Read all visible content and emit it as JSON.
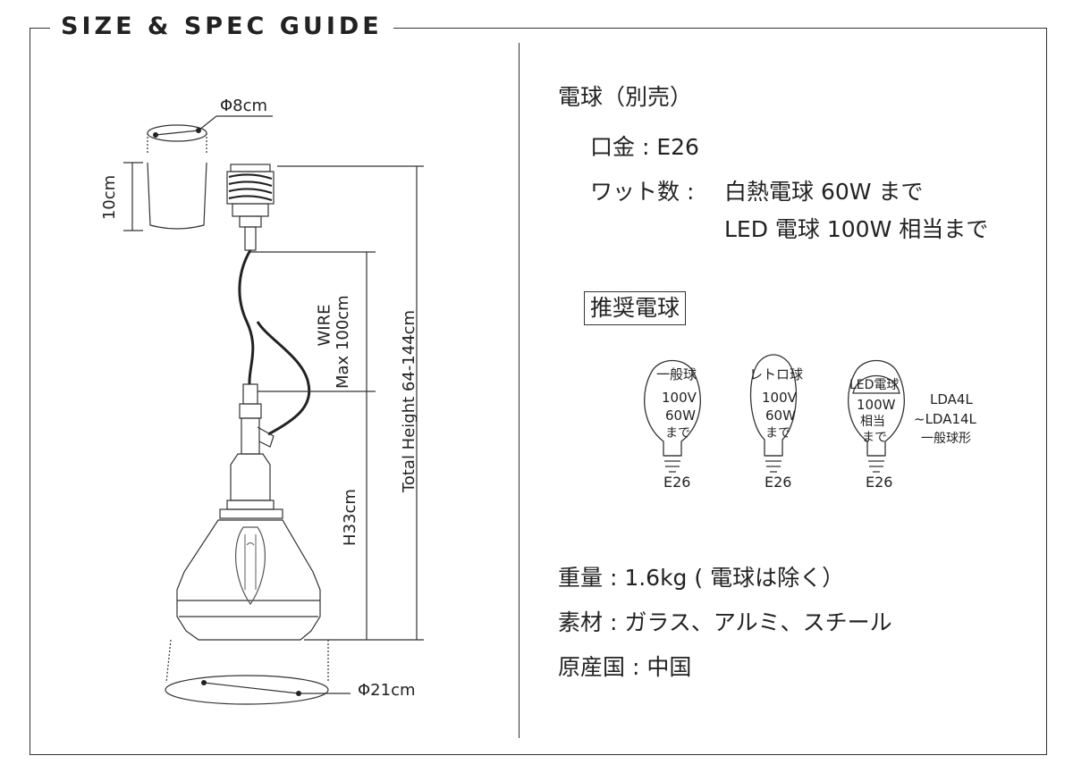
{
  "header": {
    "title": "SIZE & SPEC GUIDE"
  },
  "dimensions": {
    "canopy_diameter": "Φ8cm",
    "canopy_height": "10cm",
    "wire_line1": "WIRE",
    "wire_line2": "Max 100cm",
    "total_height": "Total Height 64-144cm",
    "shade_height": "H33cm",
    "shade_diameter": "Φ21cm"
  },
  "specs": {
    "bulb_title": "電球（別売）",
    "socket": "口金 : E26",
    "wattage_label": "ワット数 :",
    "wattage_1": "白熱電球 60W まで",
    "wattage_2": "LED 電球 100W 相当まで",
    "recommended": "推奨電球",
    "weight": "重量 : 1.6kg ( 電球は除く）",
    "material": "素材 : ガラス、アルミ、スチール",
    "origin": "原産国 : 中国"
  },
  "bulbs": [
    {
      "l1": "一般球",
      "l2": "100V",
      "l3": "60W",
      "l4": "まで",
      "base": "E26"
    },
    {
      "l1": "レトロ球",
      "l2": "100V",
      "l3": "60W",
      "l4": "まで",
      "base": "E26"
    },
    {
      "l1": "LED電球",
      "l2": "100W",
      "l3": "相当",
      "l4": "まで",
      "base": "E26"
    }
  ],
  "led_note": {
    "l1": "LDA4L",
    "l2": "~LDA14L",
    "l3": "一般球形"
  }
}
